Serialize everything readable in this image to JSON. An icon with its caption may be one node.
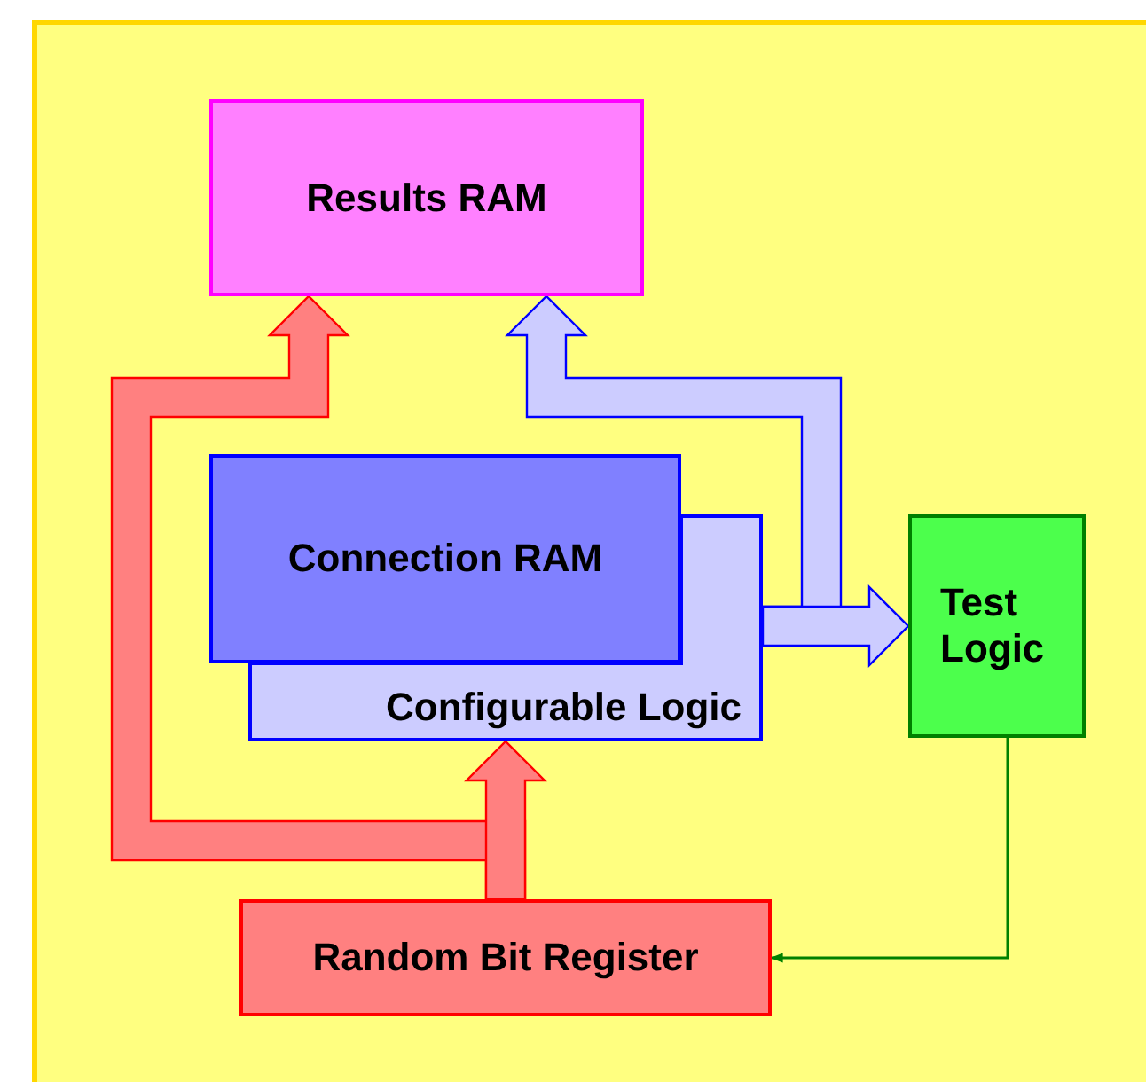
{
  "diagram": {
    "nodes": [
      {
        "text": [
          "Results RAM"
        ]
      },
      {
        "text": [
          "Connection RAM"
        ]
      },
      {
        "text": [
          "Configurable Logic"
        ]
      },
      {
        "text": [
          "Test Logic"
        ]
      },
      {
        "text": [
          "Random Bit Register"
        ]
      }
    ],
    "edges": [
      {
        "from": 4,
        "to": 0,
        "arrow": "to",
        "style": "thick",
        "color": "#ff8080"
      },
      {
        "from": 4,
        "to": 2,
        "arrow": "to",
        "style": "thick",
        "color": "#ff8080"
      },
      {
        "from": 2,
        "to": 0,
        "arrow": "to",
        "style": "thick",
        "color": "#ccccff"
      },
      {
        "from": 2,
        "to": 3,
        "arrow": "to",
        "style": "thick",
        "color": "#ccccff"
      },
      {
        "from": 3,
        "to": 4,
        "arrow": "to",
        "color": "#008000"
      }
    ]
  }
}
